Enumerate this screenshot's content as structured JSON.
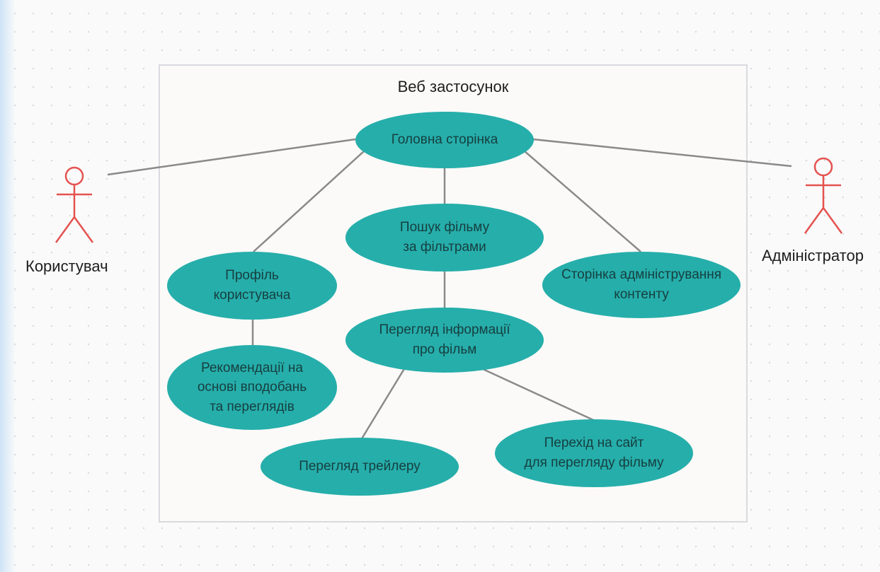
{
  "diagram": {
    "system_title": "Веб застосунок",
    "actors": [
      {
        "id": "user",
        "label": "Користувач"
      },
      {
        "id": "admin",
        "label": "Адміністратор"
      }
    ],
    "use_cases": [
      {
        "id": "home",
        "label": "Головна сторінка"
      },
      {
        "id": "search",
        "label": "Пошук фільму\nза фільтрами"
      },
      {
        "id": "profile",
        "label": "Профіль\nкористувача"
      },
      {
        "id": "admin_page",
        "label": "Сторінка адміністрування\nконтенту"
      },
      {
        "id": "film_info",
        "label": "Перегляд інформації\nпро фільм"
      },
      {
        "id": "recommendations",
        "label": "Рекомендації на\nоснові вподобань\nта переглядів"
      },
      {
        "id": "trailer",
        "label": "Перегляд трейлеру"
      },
      {
        "id": "external_site",
        "label": "Перехід на сайт\nдля перегляду фільму"
      }
    ],
    "connections": [
      [
        "user",
        "home"
      ],
      [
        "admin",
        "home"
      ],
      [
        "home",
        "profile"
      ],
      [
        "home",
        "search"
      ],
      [
        "home",
        "admin_page"
      ],
      [
        "search",
        "film_info"
      ],
      [
        "profile",
        "recommendations"
      ],
      [
        "film_info",
        "trailer"
      ],
      [
        "film_info",
        "external_site"
      ]
    ],
    "colors": {
      "use_case_fill": "#26aeab",
      "actor_stroke": "#e5524f",
      "connector": "#8a8a8a"
    }
  }
}
